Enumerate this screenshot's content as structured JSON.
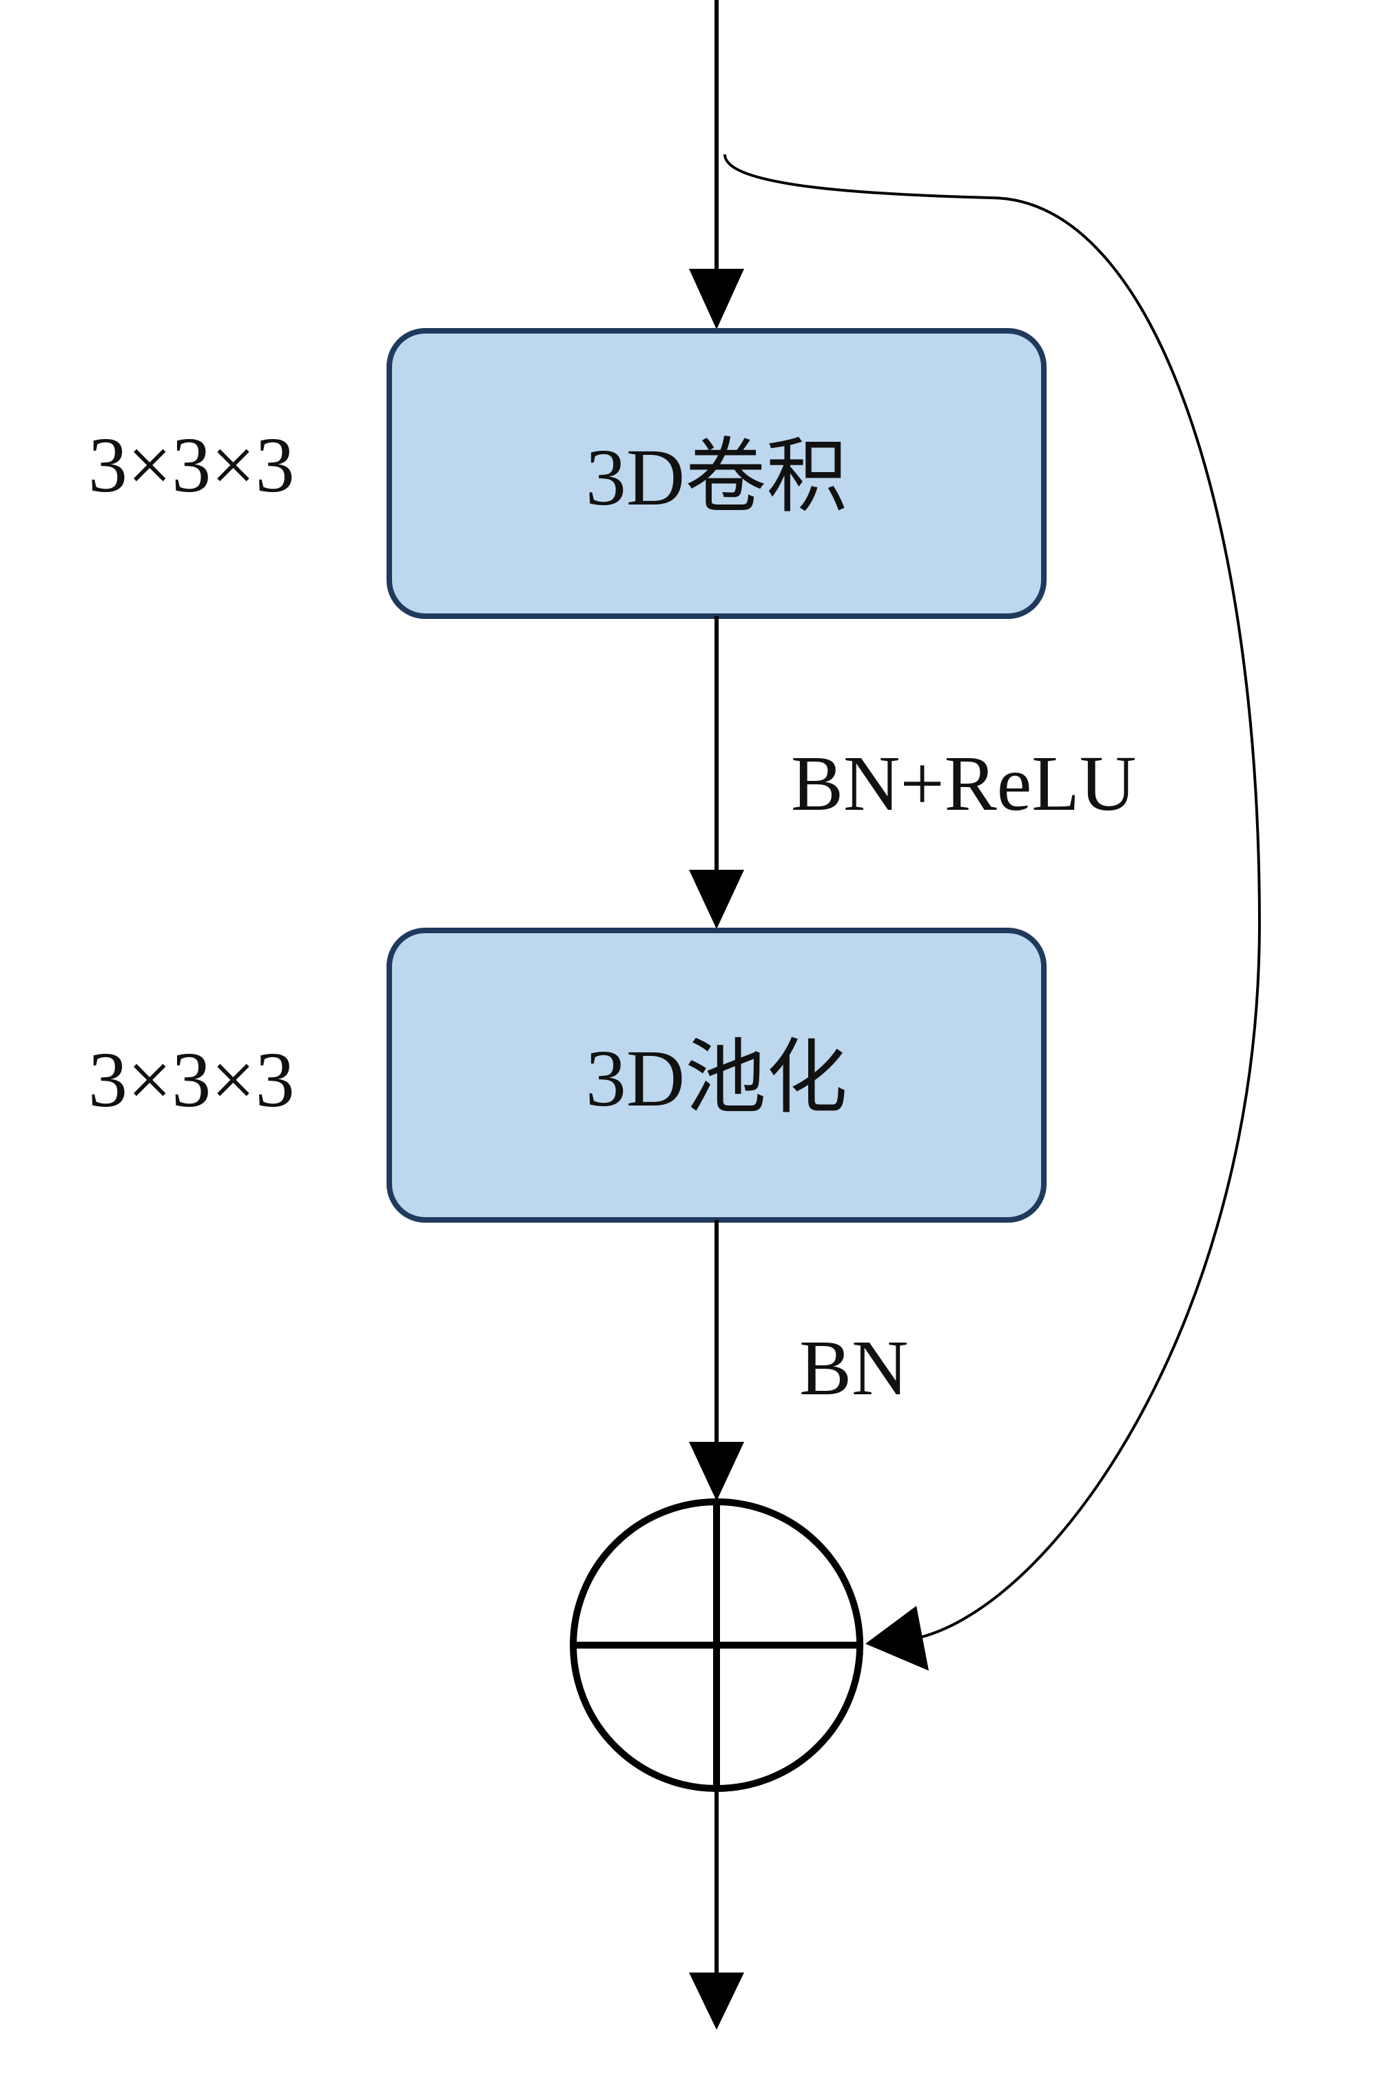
{
  "blocks": {
    "conv": {
      "label": "3D卷积",
      "kernel": "3×3×3"
    },
    "pool": {
      "label": "3D池化",
      "kernel": "3×3×3"
    }
  },
  "edges": {
    "conv_to_pool": "BN+ReLU",
    "pool_to_sum": "BN"
  },
  "colors": {
    "box_fill": "#bdd7ee",
    "box_stroke": "#1f3a5c",
    "line": "#000000"
  }
}
